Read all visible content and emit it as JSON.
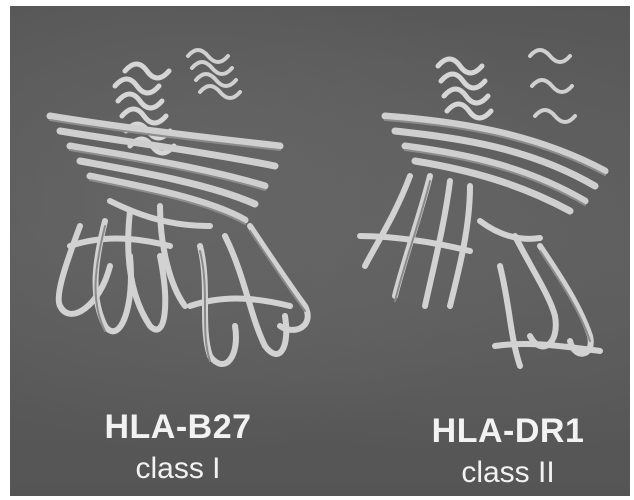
{
  "figure": {
    "left_structure": {
      "name": "HLA-B27",
      "class_label": "class I"
    },
    "right_structure": {
      "name": "HLA-DR1",
      "class_label": "class II"
    },
    "colors": {
      "background": "#5a5a5a",
      "ribbon": "#d9d9d9",
      "ribbon_shadow": "#8a8a8a",
      "text": "#f2f2f2"
    }
  }
}
